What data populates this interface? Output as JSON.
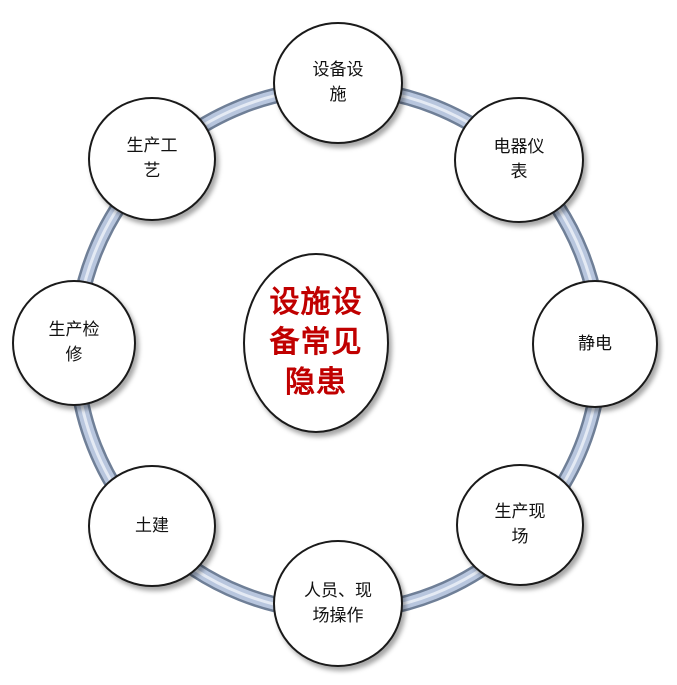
{
  "center": {
    "label": "设施设备常见隐患"
  },
  "nodes": [
    {
      "id": "facilities",
      "label": "设备设施"
    },
    {
      "id": "electrical-instruments",
      "label": "电器仪表"
    },
    {
      "id": "static-electricity",
      "label": "静电"
    },
    {
      "id": "production-site",
      "label": "生产现场"
    },
    {
      "id": "personnel-site-operation",
      "label": "人员、现场操作"
    },
    {
      "id": "civil-construction",
      "label": "土建"
    },
    {
      "id": "production-maintenance",
      "label": "生产检修"
    },
    {
      "id": "production-process",
      "label": "生产工艺"
    }
  ],
  "colors": {
    "ring_fill": "#b8c6de",
    "ring_outline": "#6f7f97",
    "node_border": "#1a1a1a",
    "center_text": "#c00000"
  }
}
